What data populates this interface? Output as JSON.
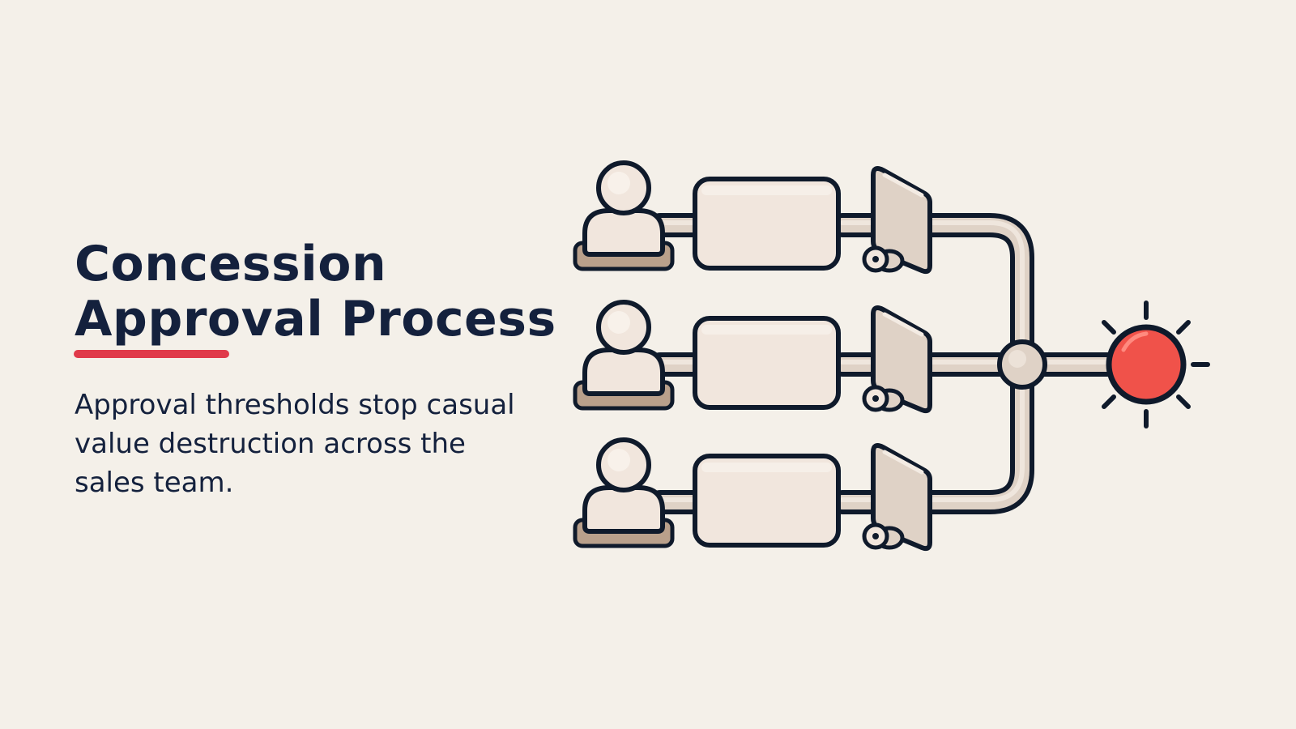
{
  "slide": {
    "title_line1": "Concession",
    "title_line2": "Approval Process",
    "subtitle": "Approval thresholds stop casual value destruction across the sales team."
  },
  "diagram": {
    "lanes": [
      {
        "icon": "person-icon"
      },
      {
        "icon": "person-icon"
      },
      {
        "icon": "person-icon"
      }
    ],
    "merge_node_icon": "junction-node-icon",
    "alert_icon": "red-alert-light-icon"
  },
  "colors": {
    "background": "#f4f0e9",
    "title": "#14213d",
    "accent_underline": "#e03a4a",
    "outline": "#0f1a2b",
    "fill_light": "#f1e6dd",
    "fill_mid": "#dfd2c6",
    "base_brown": "#b9a08b",
    "alert_red": "#f0524a"
  }
}
